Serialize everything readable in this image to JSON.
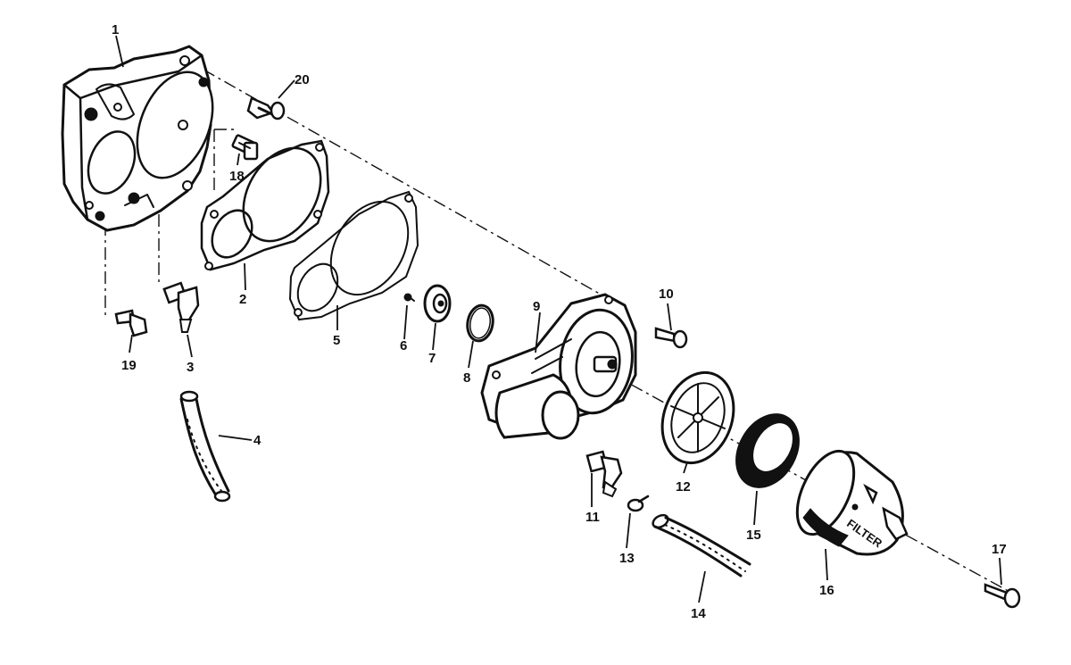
{
  "diagram": {
    "parts": [
      {
        "id": "1",
        "label": "1"
      },
      {
        "id": "2",
        "label": "2"
      },
      {
        "id": "3",
        "label": "3"
      },
      {
        "id": "4",
        "label": "4"
      },
      {
        "id": "5",
        "label": "5"
      },
      {
        "id": "6",
        "label": "6"
      },
      {
        "id": "7",
        "label": "7"
      },
      {
        "id": "8",
        "label": "8"
      },
      {
        "id": "9",
        "label": "9"
      },
      {
        "id": "10",
        "label": "10"
      },
      {
        "id": "11",
        "label": "11"
      },
      {
        "id": "12",
        "label": "12"
      },
      {
        "id": "13",
        "label": "13"
      },
      {
        "id": "14",
        "label": "14"
      },
      {
        "id": "15",
        "label": "15"
      },
      {
        "id": "16",
        "label": "16"
      },
      {
        "id": "17",
        "label": "17"
      },
      {
        "id": "18",
        "label": "18"
      },
      {
        "id": "19",
        "label": "19"
      },
      {
        "id": "20",
        "label": "20"
      }
    ],
    "filter_text": "FILTER"
  }
}
